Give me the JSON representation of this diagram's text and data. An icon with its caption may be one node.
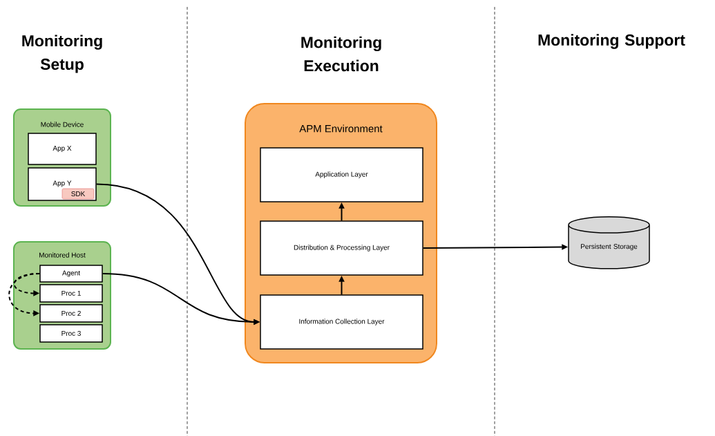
{
  "diagram": {
    "nodes": [
      {
        "text": [
          "Mobile Device"
        ]
      },
      {
        "text": [
          "App X"
        ],
        "in": 0
      },
      {
        "text": [
          "App Y"
        ],
        "in": 0
      },
      {
        "text": [
          "SDK"
        ],
        "in": 2
      },
      {
        "text": [
          "Monitored Host"
        ]
      },
      {
        "text": [
          "Agent"
        ],
        "in": 4
      },
      {
        "text": [
          "Proc 1"
        ],
        "in": 4
      },
      {
        "text": [
          "Proc 2"
        ],
        "in": 4
      },
      {
        "text": [
          "Proc 3"
        ],
        "in": 4
      },
      {
        "text": [
          "APM Environment"
        ]
      },
      {
        "text": [
          "Application Layer"
        ],
        "in": 9
      },
      {
        "text": [
          "Distribution & Processing Layer"
        ],
        "in": 9
      },
      {
        "text": [
          "Information Collection Layer"
        ],
        "in": 9
      },
      {
        "text": [
          "Persistent Storage"
        ]
      }
    ],
    "edges": [
      {
        "from": 2,
        "to": 12,
        "arrow": "to"
      },
      {
        "from": 5,
        "to": 12,
        "arrow": "to"
      },
      {
        "from": 5,
        "to": 6,
        "arrow": "to",
        "style": "dashed"
      },
      {
        "from": 5,
        "to": 7,
        "arrow": "to",
        "style": "dashed"
      },
      {
        "from": 12,
        "to": 11,
        "arrow": "to"
      },
      {
        "from": 11,
        "to": 10,
        "arrow": "to"
      },
      {
        "from": 11,
        "to": 13,
        "arrow": "to"
      }
    ],
    "labels": [
      "Monitoring Setup",
      "Monitoring Execution",
      "Monitoring Support"
    ]
  }
}
